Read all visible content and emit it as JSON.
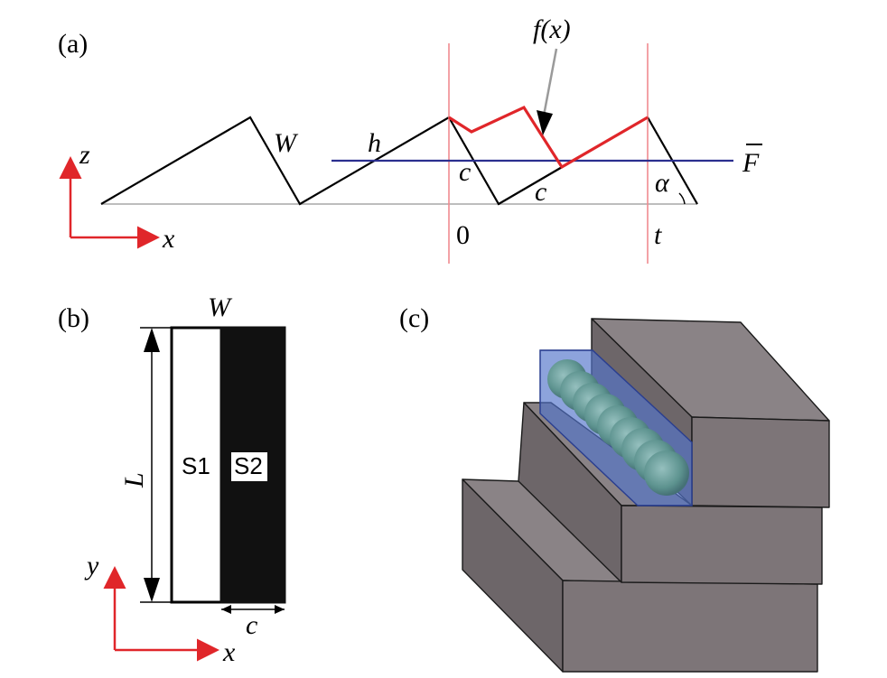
{
  "panel_a": {
    "label": "(a)",
    "func_label": "f(x)",
    "w_label": "W",
    "h_label": "h",
    "c_label_1": "c",
    "c_label_2": "c",
    "alpha_label": "α",
    "fbar_label": "F",
    "zero_label": "0",
    "t_label": "t",
    "z_axis": "z",
    "x_axis": "x"
  },
  "panel_b": {
    "label": "(b)",
    "w_label": "W",
    "l_label": "L",
    "s1_label": "S1",
    "s2_label": "S2",
    "c_label": "c",
    "y_axis": "y",
    "x_axis": "x"
  },
  "panel_c": {
    "label": "(c)"
  },
  "colors": {
    "red": "#e0262a",
    "blue": "#2b2f8f",
    "pink": "#f08a8f",
    "step_gray": "#7d7578",
    "step_top": "#8a8386",
    "capsule_blue": "#4f6fc7",
    "sphere_green": "#6aa58a"
  }
}
